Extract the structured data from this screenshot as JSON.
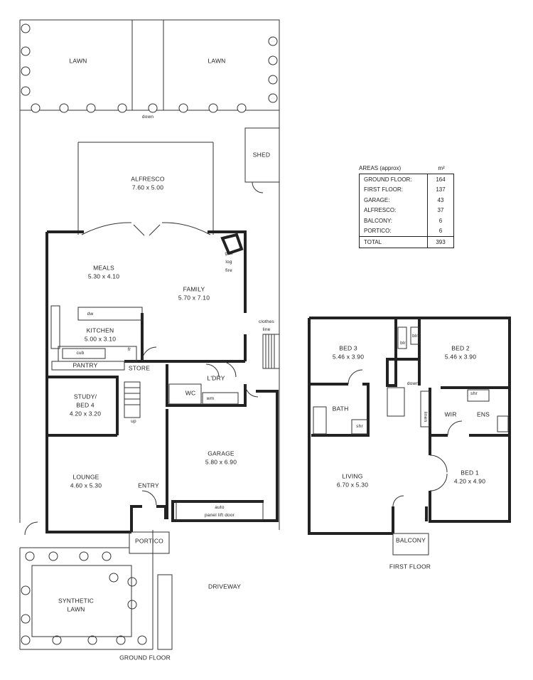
{
  "ground_floor": {
    "title": "GROUND FLOOR",
    "rooms": {
      "lawn_left": "LAWN",
      "lawn_right": "LAWN",
      "down": "down",
      "shed": "SHED",
      "alfresco_name": "ALFRESCO",
      "alfresco_size": "7.60 x 5.00",
      "meals_name": "MEALS",
      "meals_size": "5.30 x 4.10",
      "family_name": "FAMILY",
      "family_size": "5.70 x 7.10",
      "gas_log_fire": [
        "gas",
        "log",
        "fire"
      ],
      "clothes_line": [
        "clothes",
        "line"
      ],
      "dw": "dw",
      "kitchen_name": "KITCHEN",
      "kitchen_size": "5.00 x 3.10",
      "cub": "cub",
      "fr": "fr",
      "pantry": "PANTRY",
      "store": "STORE",
      "study_name": [
        "STUDY/",
        "BED 4"
      ],
      "study_size": "4.20 x 3.20",
      "wc": "WC",
      "wm": "wm",
      "ldry": "L'DRY",
      "up": "up",
      "lounge_name": "LOUNGE",
      "lounge_size": "4.60 x 5.30",
      "entry": "ENTRY",
      "garage_name": "GARAGE",
      "garage_size": "5.80 x 6.90",
      "garage_door": [
        "auto",
        "panel lift door"
      ],
      "portico": "PORTICO",
      "driveway": "DRIVEWAY",
      "synthetic_lawn": [
        "SYNTHETIC",
        "LAWN"
      ]
    }
  },
  "first_floor": {
    "title": "FIRST FLOOR",
    "rooms": {
      "bed3_name": "BED 3",
      "bed3_size": "5.46 x 3.90",
      "bed2_name": "BED 2",
      "bed2_size": "5.46 x 3.90",
      "blr_left": "blr",
      "blr_right": "blr",
      "down": "down",
      "bath": "BATH",
      "shr_bath": "shr",
      "linen": "linen",
      "wir": "WIR",
      "ens": "ENS",
      "shr_ens": "shr",
      "living_name": "LIVING",
      "living_size": "6.70 x 5.30",
      "bed1_name": "BED 1",
      "bed1_size": "4.20 x 4.90",
      "balcony": "BALCONY"
    }
  },
  "areas": {
    "heading": "AREAS (approx)",
    "unit": "m²",
    "rows": [
      {
        "label": "GROUND FLOOR:",
        "value": "164"
      },
      {
        "label": "FIRST FLOOR:",
        "value": "137"
      },
      {
        "label": "GARAGE:",
        "value": "43"
      },
      {
        "label": "ALFRESCO:",
        "value": "37"
      },
      {
        "label": "BALCONY:",
        "value": "6"
      },
      {
        "label": "PORTICO:",
        "value": "6"
      }
    ],
    "total_label": "TOTAL",
    "total_value": "393"
  }
}
